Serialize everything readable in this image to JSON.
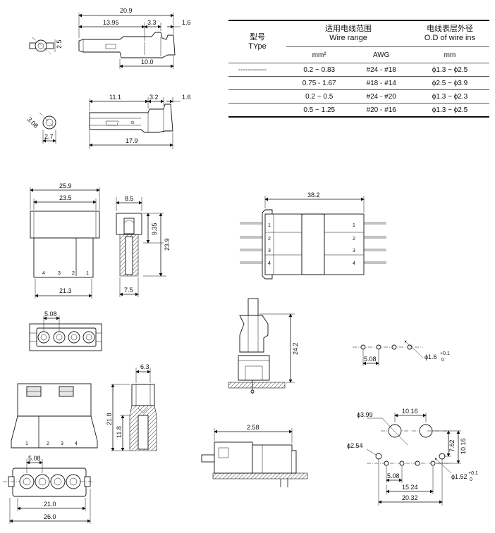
{
  "spec_table": {
    "header": {
      "type_cn": "型号",
      "type_en": "TYpe",
      "wire_range_cn": "适用电线范围",
      "wire_range_en": "Wire range",
      "od_cn": "电线表层外径",
      "od_en": "O.D of wire ins",
      "unit_mm2": "mm²",
      "unit_awg": "AWG",
      "unit_mm": "mm"
    },
    "rows": [
      {
        "type": "------------",
        "mm2": "0.2 ~ 0.83",
        "awg": "#24 - #18",
        "od": "ϕ1.3 ~ ϕ2.5"
      },
      {
        "type": "",
        "mm2": "0.75 - 1.67",
        "awg": "#18 - #14",
        "od": "ϕ2.5 ~ ϕ3.9"
      },
      {
        "type": "",
        "mm2": "0.2 ~ 0.5",
        "awg": "#24 - #20",
        "od": "ϕ1.3 ~ ϕ2.3"
      },
      {
        "type": "",
        "mm2": "0.5 ~ 1.25",
        "awg": "#20 - #16",
        "od": "ϕ1.3 ~ ϕ2.5"
      }
    ]
  },
  "terminal_male": {
    "overall": "20.9",
    "barrel": "13.95",
    "crimp": "3.3",
    "tail": "1.6",
    "diameter": "2.5",
    "wire_crimp": "10.0"
  },
  "terminal_female": {
    "front": "11.1",
    "crimp": "3.2",
    "tail": "1.6",
    "diameter": "3.08",
    "width": "2.7",
    "overall": "17.9"
  },
  "receptacle_housing": {
    "flange_width": "25.9",
    "body_width": "23.5",
    "base_width": "21.3",
    "pins": [
      "4",
      "3",
      "2",
      "1"
    ],
    "side_top": "8.5",
    "side_upper": "9.35",
    "side_height": "23.9",
    "side_bottom": "7.5",
    "pitch": "5.08"
  },
  "plug_housing": {
    "pins": [
      "1",
      "2",
      "3",
      "4"
    ],
    "side_top": "6.3",
    "side_height": "21.8",
    "side_lower": "11.8",
    "pitch": "5.08",
    "inner_width": "21.0",
    "outer_width": "26.0"
  },
  "mated_assembly": {
    "length": "38.2",
    "pins_left": [
      "1",
      "2",
      "3",
      "4"
    ],
    "pins_right": [
      "1",
      "2",
      "3",
      "4"
    ],
    "pcb_height": "24.2",
    "panel_dim": "2.58"
  },
  "pcb_layout_a": {
    "pitch": "5.08",
    "hole": "ϕ1.6",
    "tol_upper": "+0.1",
    "tol_lower": "0"
  },
  "pcb_layout_b": {
    "big_hole": "ϕ3.99",
    "big_spacing": "10.16",
    "mount_hole": "ϕ2.54",
    "offset_small": "7.62",
    "offset_large": "10.16",
    "pitch": "5.08",
    "span_mid": "15.24",
    "span_total": "20.32",
    "pin_hole": "ϕ1.52",
    "tol_upper": "+0.1",
    "tol_lower": "0"
  }
}
